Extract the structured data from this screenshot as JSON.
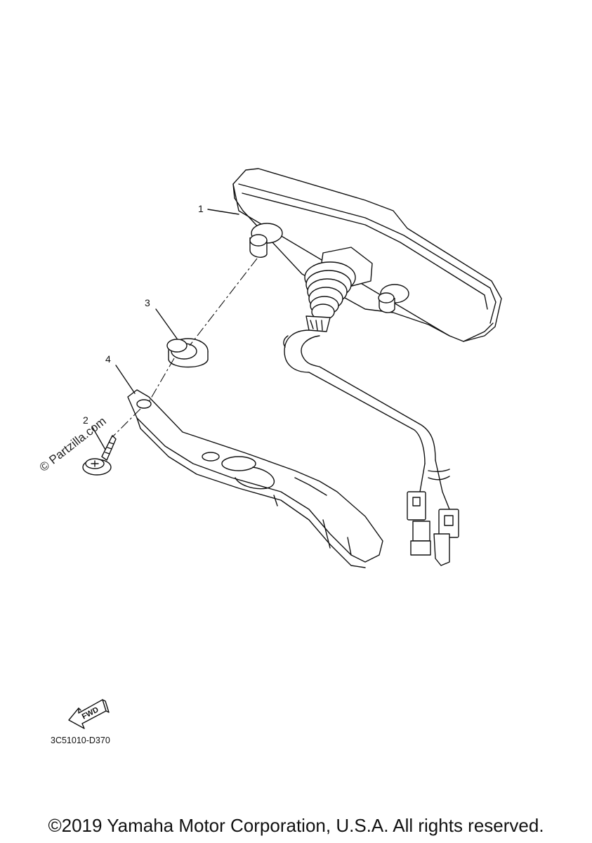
{
  "diagram": {
    "part_labels": [
      {
        "id": "1",
        "text": "1"
      },
      {
        "id": "3",
        "text": "3"
      },
      {
        "id": "4",
        "text": "4"
      },
      {
        "id": "2",
        "text": "2"
      }
    ],
    "watermark": "© Partzilla.com",
    "fwd_label": "FWD",
    "diagram_code": "3C51010-D370",
    "copyright": "©2019 Yamaha Motor Corporation, U.S.A. All rights reserved."
  }
}
